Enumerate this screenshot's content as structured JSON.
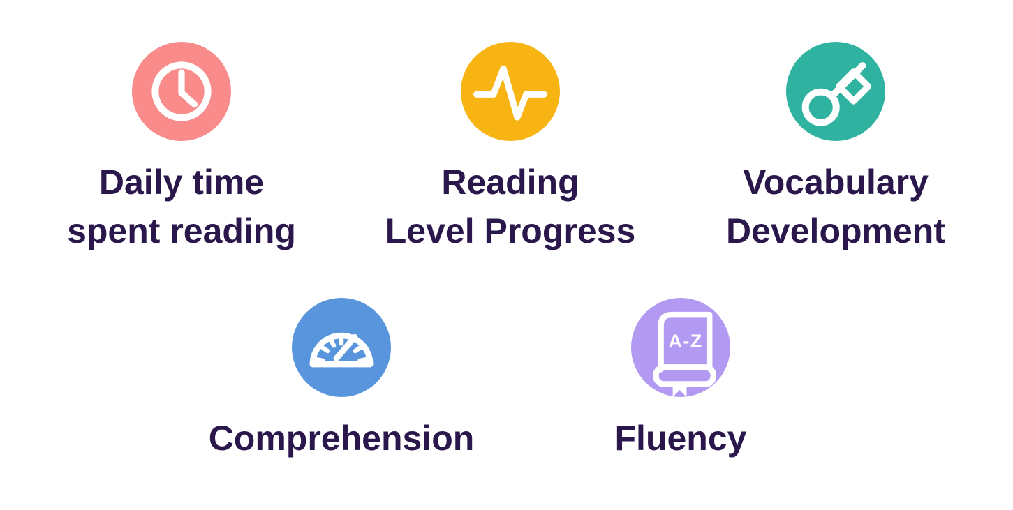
{
  "page": {
    "background": "#ffffff",
    "label_color": "#2A174B",
    "icon_stroke_color": "#ffffff"
  },
  "features": [
    {
      "id": "daily-time-spent-reading",
      "icon": "clock-icon",
      "circle_color": "#F98B8B",
      "lines": [
        "Daily time",
        "spent reading"
      ]
    },
    {
      "id": "reading-level-progress",
      "icon": "pulse-icon",
      "circle_color": "#F7B413",
      "lines": [
        "Reading",
        "Level Progress"
      ]
    },
    {
      "id": "vocabulary-development",
      "icon": "key-icon",
      "circle_color": "#2FB2A0",
      "lines": [
        "Vocabulary",
        "Development"
      ]
    },
    {
      "id": "comprehension",
      "icon": "gauge-icon",
      "circle_color": "#5995DC",
      "lines": [
        "Comprehension"
      ]
    },
    {
      "id": "fluency",
      "icon": "dictionary-icon",
      "circle_color": "#B299F1",
      "lines": [
        "Fluency"
      ],
      "icon_text": "A-Z"
    }
  ]
}
